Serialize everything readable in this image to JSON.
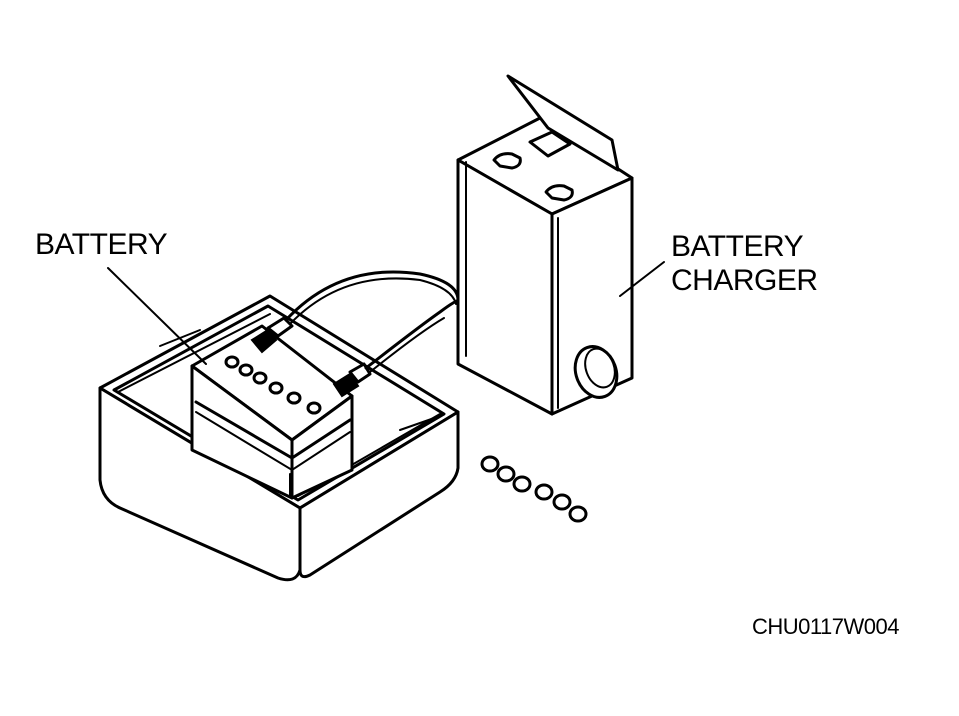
{
  "labels": {
    "battery": "BATTERY",
    "charger_line1": "BATTERY",
    "charger_line2": "CHARGER",
    "figure_code": "CHU0117W004"
  },
  "colors": {
    "ink": "#000000",
    "paper": "#ffffff"
  },
  "battery_cap_count": 6,
  "loose_cap_count": 6
}
